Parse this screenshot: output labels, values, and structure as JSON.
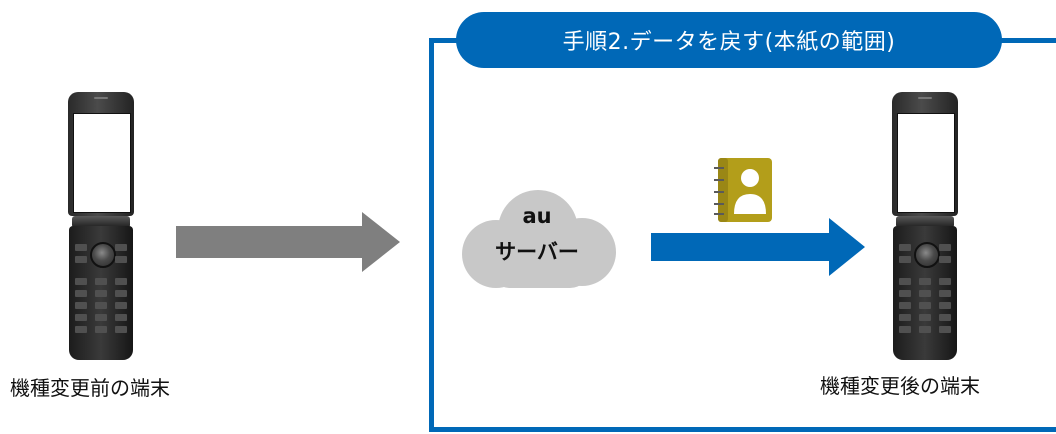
{
  "title": "手順2.データを戻す(本紙の範囲)",
  "cloud": {
    "line1": "au",
    "line2": "サーバー"
  },
  "labels": {
    "before_device": "機種変更前の端末",
    "after_device": "機種変更後の端末"
  },
  "colors": {
    "accent_blue": "#0068b7",
    "arrow_gray": "#7f7f7f",
    "cloud_gray": "#c8c8c8",
    "contacts_icon": "#b39e1a"
  },
  "icons": [
    "flip-phone-icon",
    "cloud-icon",
    "contacts-book-icon",
    "right-arrow-icon"
  ]
}
